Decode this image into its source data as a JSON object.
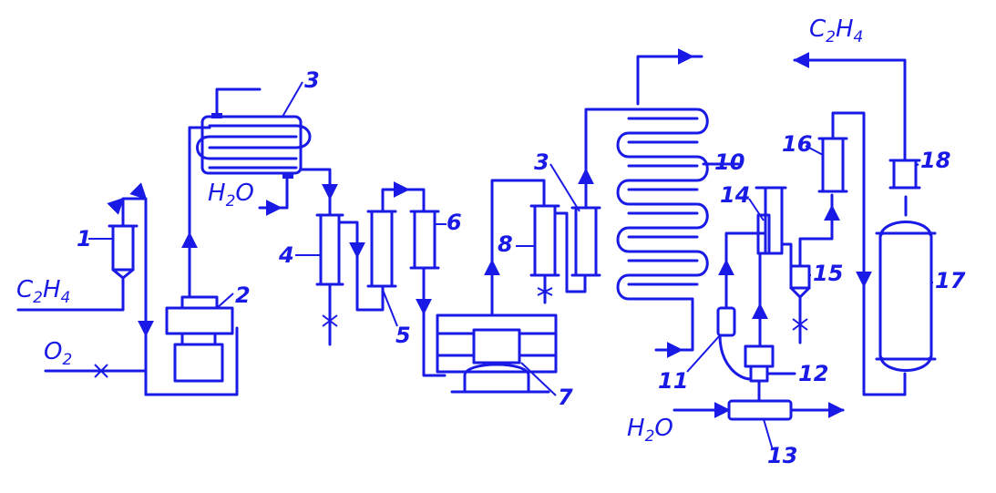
{
  "labels": {
    "n1": "1",
    "n2": "2",
    "n3a": "3",
    "n4": "4",
    "n5": "5",
    "n6": "6",
    "n7": "7",
    "n8": "8",
    "n3b": "3",
    "n10": "10",
    "n11": "11",
    "n12": "12",
    "n13": "13",
    "n14": "14",
    "n15": "15",
    "n16": "16",
    "n17": "17",
    "n18": "18"
  },
  "streams": {
    "c2h4_in": {
      "base": "C",
      "sub1": "2",
      "mid": "H",
      "sub2": "4"
    },
    "o2_in": {
      "base": "O",
      "sub1": "2"
    },
    "h2o_hx": {
      "base": "H",
      "sub1": "2",
      "mid": "O"
    },
    "h2o_cool": {
      "base": "H",
      "sub1": "2",
      "mid": "O"
    },
    "c2h4_out": {
      "base": "C",
      "sub1": "2",
      "mid": "H",
      "sub2": "4"
    }
  },
  "colors": {
    "ink": "#1a1ae6",
    "background": "#ffffff"
  }
}
